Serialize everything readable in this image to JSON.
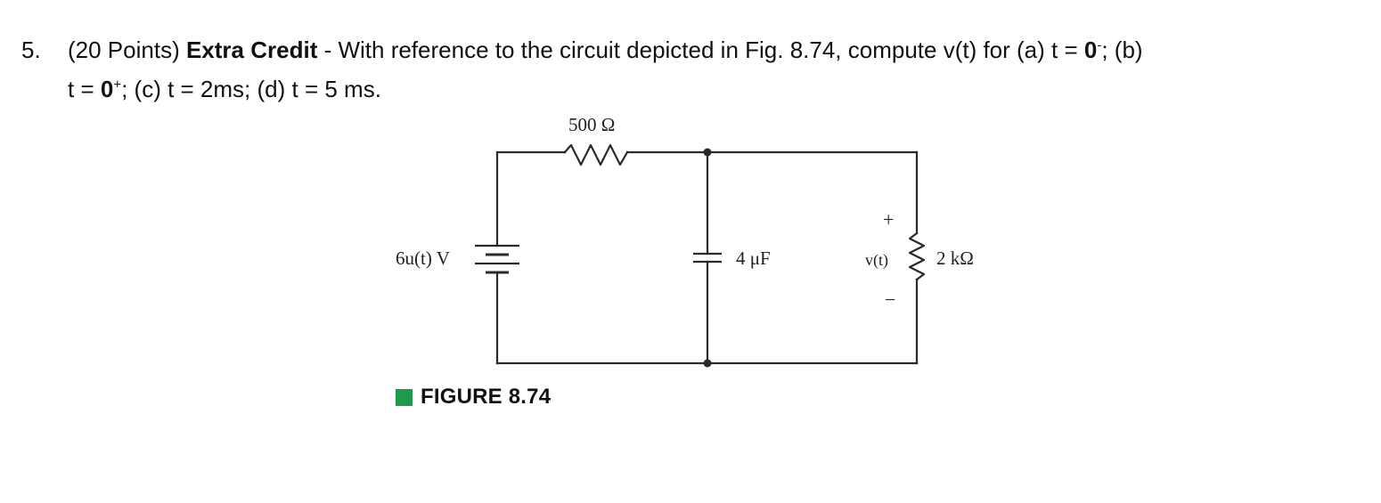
{
  "question": {
    "number": "5.",
    "points": "(20 Points)",
    "emphasis": "Extra Credit",
    "line1_text": " - With reference to the circuit depicted in Fig. 8.74, compute v(t) for (a) t = ",
    "zero_bold": "0",
    "minus_sup": "-",
    "part_b_label": "; (b)",
    "line2_start": "t = ",
    "plus_sup": "+",
    "line2_rest": "; (c) t = 2ms; (d) t = 5 ms."
  },
  "circuit": {
    "source_label": "6u(t) V",
    "resistor1_label": "500 Ω",
    "capacitor_label": "4 μF",
    "resistor2_label": "2 kΩ",
    "voltage_label": "v(t)",
    "plus_sign": "+",
    "minus_sign": "−",
    "accent_color": "#1f9a4a"
  },
  "figure": {
    "caption": "FIGURE 8.74"
  }
}
